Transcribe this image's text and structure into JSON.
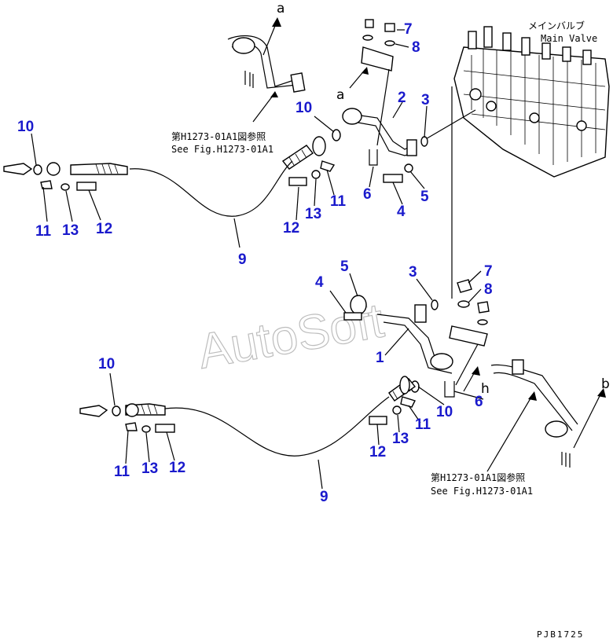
{
  "labels": {
    "main_valve_jp": "メインバルブ",
    "main_valve_en": "Main Valve",
    "ref_a_top": "a",
    "ref_a_mid": "a",
    "ref_b": "b",
    "ref_h": "h",
    "note_top_jp": "第H1273-01A1図参照",
    "note_top_en": "See Fig.H1273-01A1",
    "note_bottom_jp": "第H1273-01A1図参照",
    "note_bottom_en": "See Fig.H1273-01A1",
    "drawing_code": "PJB1725",
    "watermark": "AutoSoft"
  },
  "part_numbers": {
    "top": [
      "10",
      "11",
      "13",
      "12",
      "9",
      "10",
      "12",
      "13",
      "11",
      "6",
      "4",
      "5",
      "2",
      "3",
      "7",
      "8"
    ],
    "bottom": [
      "10",
      "11",
      "13",
      "12",
      "9",
      "4",
      "5",
      "3",
      "7",
      "8",
      "1",
      "10",
      "6",
      "12",
      "13",
      "11"
    ]
  },
  "colors": {
    "part_number": "#1a1acc",
    "line": "#000000",
    "background": "#ffffff"
  }
}
